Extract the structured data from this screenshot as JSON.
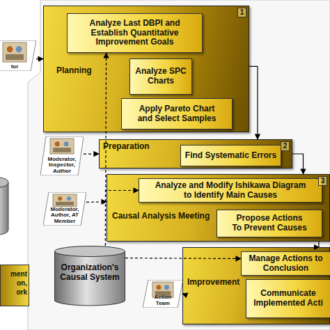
{
  "diagram": {
    "nodes": [
      {
        "text": [
          "tor"
        ]
      },
      {
        "text": [
          "Planning"
        ]
      },
      {
        "text": [
          "Analyze Last DBPI and Establish Quantitative Improvement Goals"
        ],
        "in": 1
      },
      {
        "text": [
          "Analyze SPC Charts"
        ],
        "in": 1
      },
      {
        "text": [
          "Apply Pareto Chart and Select Samples"
        ],
        "in": 1
      },
      {
        "text": [
          "Moderator, Inspector, Author"
        ]
      },
      {
        "text": [
          "Preparation"
        ]
      },
      {
        "text": [
          "Find Systematic Errors"
        ],
        "in": 6
      },
      {
        "text": [
          "Moderator, Author, AT Member"
        ]
      },
      {
        "text": [
          "Causal Analysis Meeting"
        ]
      },
      {
        "text": [
          "Analyze and Modify Ishikawa Diagram to Identify Main Causes"
        ],
        "in": 9
      },
      {
        "text": [
          "Propose Actions To Prevent Causes"
        ],
        "in": 9
      },
      {
        "text": [
          "Organization's Causal System"
        ]
      },
      {
        "text": [
          "Action Team"
        ]
      },
      {
        "text": [
          "Improvement"
        ]
      },
      {
        "text": [
          "Manage Actions to Conclusion"
        ],
        "in": 14
      },
      {
        "text": [
          "Communicate Implemented Acti"
        ],
        "in": 14
      },
      {
        "text": [
          "ment on, ork"
        ]
      }
    ],
    "edges": [
      {
        "from": 0,
        "to": 1,
        "arrow": "to"
      },
      {
        "from": 1,
        "to": 6,
        "arrow": "to"
      },
      {
        "from": 6,
        "to": 9,
        "arrow": "to"
      },
      {
        "from": 9,
        "to": 14,
        "arrow": "to"
      },
      {
        "from": 5,
        "to": 6,
        "arrow": "to"
      },
      {
        "from": 8,
        "to": 9,
        "arrow": "to"
      },
      {
        "from": 13,
        "to": 14,
        "arrow": "to"
      },
      {
        "from": 12,
        "to": 2,
        "arrow": "to"
      },
      {
        "from": 12,
        "to": 10,
        "arrow": "to"
      },
      {
        "from": 12,
        "to": 15,
        "arrow": "to"
      }
    ],
    "labels": [
      "1",
      "2",
      "3"
    ]
  }
}
